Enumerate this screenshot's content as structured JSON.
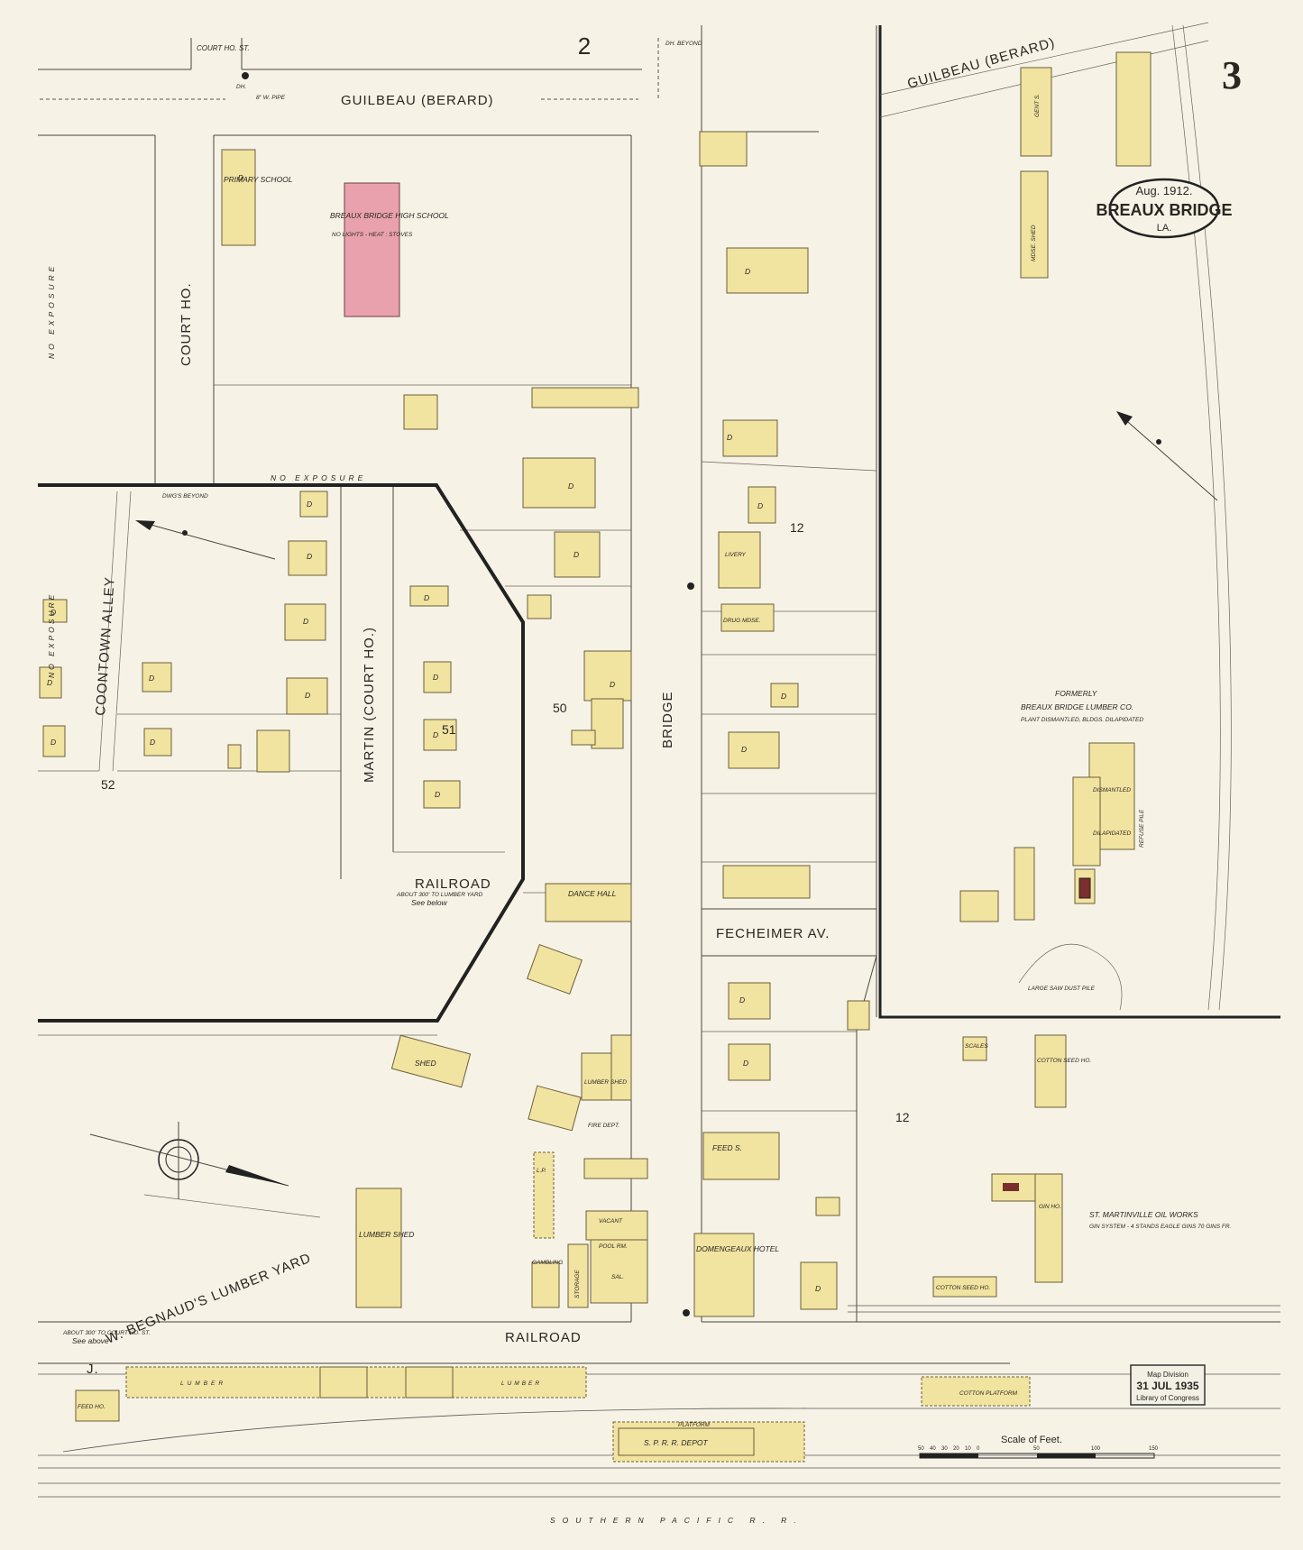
{
  "sheet_number": "3",
  "title_cartouche": {
    "date": "Aug. 1912.",
    "town": "BREAUX BRIDGE",
    "state": "LA."
  },
  "top_index": "2",
  "streets": {
    "guilbeau_left": "GUILBEAU (BERARD)",
    "guilbeau_right": "GUILBEAU (BERARD)",
    "court_ho": "COURT HO.",
    "court_ho_st": "COURT HO. ST.",
    "bridge": "BRIDGE",
    "martin": "MARTIN (COURT HO.)",
    "coontown": "COONTOWN ALLEY",
    "fecheimer": "FECHEIMER AV.",
    "railroad_mid": "RAILROAD",
    "railroad_bottom": "RAILROAD",
    "begnaud": "W. BEGNAUD'S LUMBER YARD",
    "southern_pacific": "SOUTHERN PACIFIC R. R.",
    "j": "J."
  },
  "blocks": [
    "52",
    "51",
    "50",
    "12",
    "12"
  ],
  "labels": {
    "primary_school": "PRIMARY SCHOOL",
    "high_school": "BREAUX BRIDGE HIGH SCHOOL",
    "high_school_note": "NO LIGHTS - HEAT : STOVES",
    "no_exposure_top": "NO EXPOSURE",
    "no_exposure_left": "NO EXPOSURE",
    "no_exposure_left2": "NO EXPOSURE",
    "dwgs_beyond": "DWG'S BEYOND",
    "dh_beyond": "DH. BEYOND",
    "livery": "LIVERY",
    "drug_mdse": "DRUG MDSE.",
    "dance_hall": "DANCE HALL",
    "shed": "SHED",
    "lumber_shed": "LUMBER SHED",
    "lumber_shed_top": "LUMBER SHED",
    "fire_dept": "FIRE DEPT.",
    "feed_s": "FEED S.",
    "vacant": "VACANT",
    "pool_rm": "POOL RM.",
    "sal": "SAL.",
    "domengeaux": "DOMENGEAUX HOTEL",
    "scales": "SCALES",
    "cotton_seed_ho": "COTTON SEED HO.",
    "cotton_seed_ho2": "COTTON SEED HO.",
    "formerly": "FORMERLY",
    "lumber_co": "BREAUX BRIDGE LUMBER CO.",
    "plant_dismantled": "PLANT DISMANTLED, BLDGS. DILAPIDATED",
    "dismantled": "DISMANTLED",
    "dilapidated": "DILAPIDATED",
    "refuse_pile": "REFUSE PILE",
    "large_saw_dust_pile": "LARGE SAW DUST PILE",
    "oil_works": "ST. MARTINVILLE OIL WORKS",
    "oil_works_note": "GIN SYSTEM - 4 STANDS EAGLE GINS 70 GINS FR.",
    "gin_ho": "GIN HO.",
    "feed_ho": "FEED HO.",
    "lumber_left": "LUMBER",
    "lumber_right": "LUMBER",
    "cotton_platform": "COTTON PLATFORM",
    "platform": "PLATFORM",
    "depot": "S. P. R. R. DEPOT",
    "scale_of_feet": "Scale of Feet.",
    "railroad_note": "ABOUT 300' TO LUMBER YARD",
    "see_below": "See below",
    "see_above": "See above",
    "about_court_ho": "ABOUT 300' TO COURT HO. ST.",
    "ew_pipe": "8\" W. PIPE",
    "gambling": "GAMBLING",
    "storage": "STORAGE",
    "lp": "L.P.",
    "mdse_shed": "MDSE. SHED",
    "gent_s": "GENT S.",
    "dh": "DH."
  },
  "stamp": {
    "line1": "Map Division",
    "line2": "31 JUL 1935",
    "line3": "Library of Congress"
  },
  "scale_ticks": [
    "50",
    "40",
    "30",
    "20",
    "10",
    "0",
    "50",
    "100",
    "150"
  ],
  "dwelling_letter": "D",
  "colors": {
    "paper": "#f6f3e6",
    "frame": "#f1e3a0",
    "brick": "#e9a2ad",
    "ink": "#2a2622"
  }
}
